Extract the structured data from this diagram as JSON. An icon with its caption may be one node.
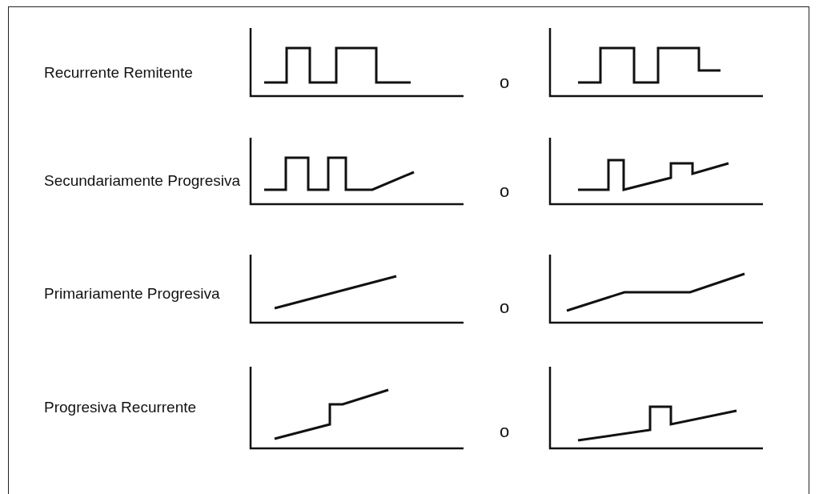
{
  "diagram": {
    "labels": [
      "Recurrente Remitente",
      "o",
      "Secundariamente Progresiva",
      "o",
      "Primariamente Progresiva",
      "o",
      "Progresiva Recurrente",
      "o"
    ]
  }
}
